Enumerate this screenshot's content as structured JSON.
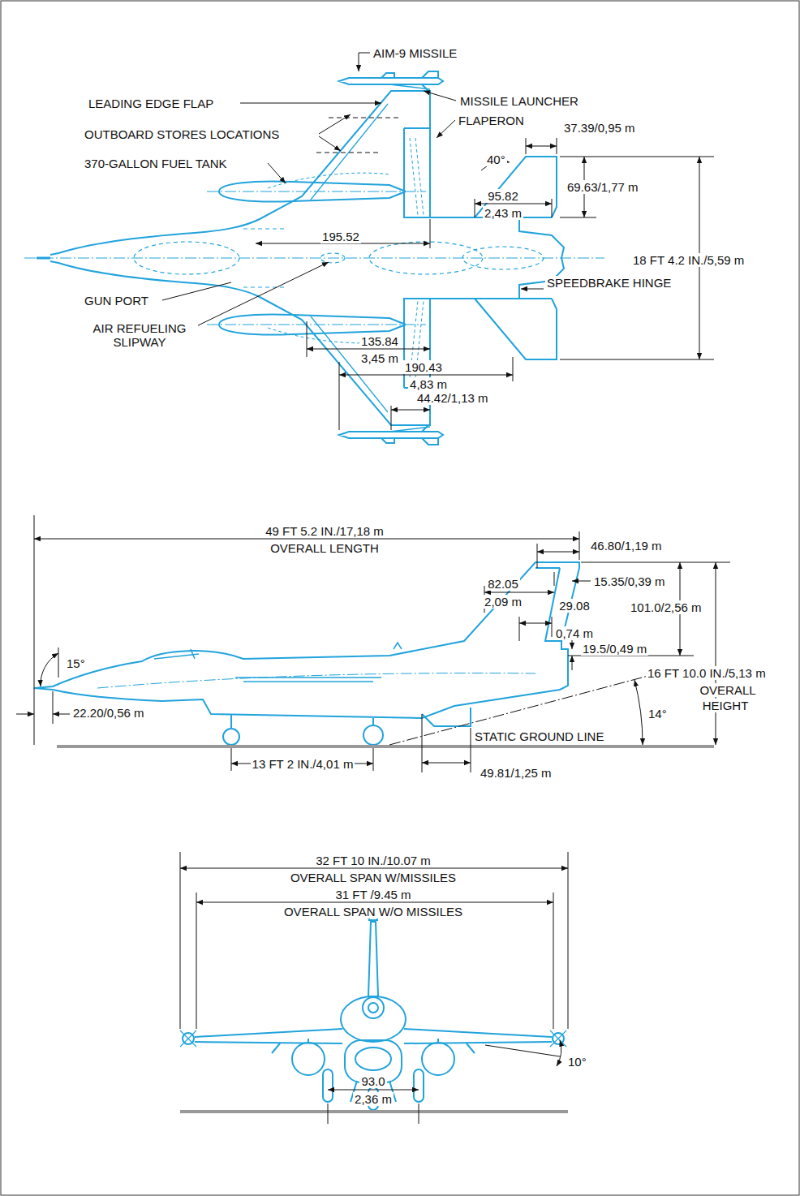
{
  "diagram": {
    "labels": [
      "AIM-9 MISSILE",
      "LEADING EDGE FLAP",
      "MISSILE LAUNCHER",
      "OUTBOARD STORES LOCATIONS",
      "FLAPERON",
      "37.39/0,95 m",
      "40°",
      "370-GALLON FUEL TANK",
      "69.63/1,77 m",
      "95.82",
      "2,43 m",
      "195.52",
      "18 FT 4.2 IN./5,59 m",
      "SPEEDBRAKE HINGE",
      "GUN PORT",
      "AIR REFUELING SLIPWAY",
      "135.84",
      "3,45 m",
      "190.43",
      "4,83 m",
      "44.42/1,13 m",
      "49 FT 5.2 IN./17,18 m",
      "OVERALL LENGTH",
      "46.80/1,19 m",
      "82.05",
      "15.35/0,39 m",
      "2,09 m",
      "29.08",
      "0,74 m",
      "101.0/2,56 m",
      "19.5/0,49 m",
      "15°",
      "16 FT 10.0 IN./5,13 m",
      "OVERALL",
      "HEIGHT",
      "14°",
      "22.20/0,56 m",
      "STATIC GROUND LINE",
      "13 FT 2 IN./4,01 m",
      "49.81/1,25 m",
      "32 FT 10 IN./10.07 m",
      "OVERALL SPAN W/MISSILES",
      "31 FT /9.45 m",
      "OVERALL SPAN W/O MISSILES",
      "10°",
      "93.0",
      "2,36 m"
    ]
  }
}
